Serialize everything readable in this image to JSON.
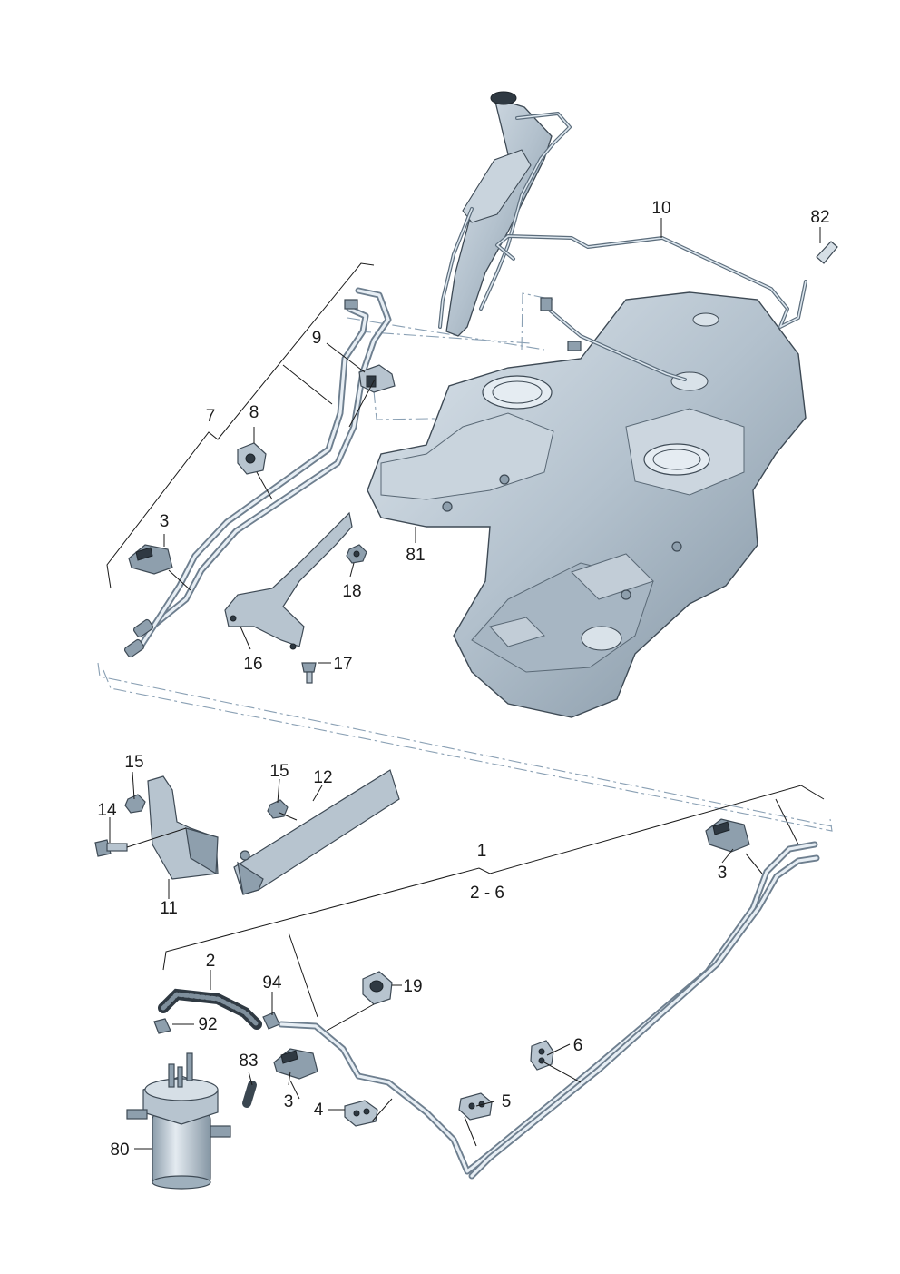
{
  "diagram": {
    "callouts": {
      "n1": "1",
      "n2_6": "2 - 6",
      "n2": "2",
      "n3a": "3",
      "n3b": "3",
      "n3c": "3",
      "n4": "4",
      "n5": "5",
      "n6": "6",
      "n7": "7",
      "n8": "8",
      "n9": "9",
      "n10": "10",
      "n11": "11",
      "n12": "12",
      "n14": "14",
      "n15a": "15",
      "n15b": "15",
      "n16": "16",
      "n17": "17",
      "n18": "18",
      "n19": "19",
      "n80": "80",
      "n81": "81",
      "n82": "82",
      "n83": "83",
      "n92": "92",
      "n94": "94"
    }
  }
}
